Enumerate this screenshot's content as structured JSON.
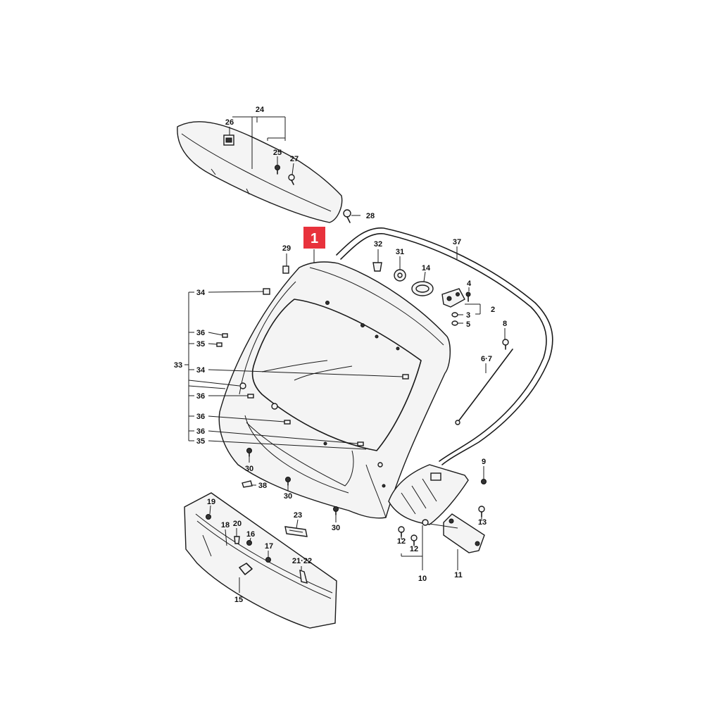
{
  "highlight": {
    "label": "1",
    "color": "#e8323c"
  },
  "labels": {
    "l24": "24",
    "l26": "26",
    "l25": "25",
    "l27": "27",
    "l28": "28",
    "l29": "29",
    "l32": "32",
    "l31": "31",
    "l14": "14",
    "l37": "37",
    "l4": "4",
    "l2": "2",
    "l3": "3",
    "l5": "5",
    "l8": "8",
    "l67": "6·7",
    "l34a": "34",
    "l36a": "36",
    "l35a": "35",
    "l33": "33",
    "l34b": "34",
    "l36b": "36",
    "l36c": "36",
    "l36d": "36",
    "l35b": "35",
    "l30a": "30",
    "l38": "38",
    "l30b": "30",
    "l23": "23",
    "l30c": "30",
    "l9": "9",
    "l13": "13",
    "l12a": "12",
    "l12b": "12",
    "l10": "10",
    "l11": "11",
    "l19": "19",
    "l18": "18",
    "l20": "20",
    "l16": "16",
    "l17": "17",
    "l2122": "21·22",
    "l15": "15"
  }
}
